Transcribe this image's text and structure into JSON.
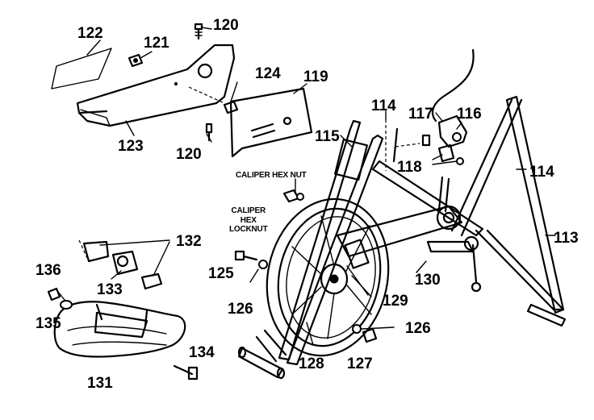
{
  "labels": {
    "p113": "113",
    "p114a": "114",
    "p114b": "114",
    "p115": "115",
    "p116": "116",
    "p117": "117",
    "p118": "118",
    "p119": "119",
    "p120a": "120",
    "p120b": "120",
    "p121": "121",
    "p122": "122",
    "p123": "123",
    "p124": "124",
    "p125": "125",
    "p126a": "126",
    "p126b": "126",
    "p127": "127",
    "p128": "128",
    "p129": "129",
    "p130": "130",
    "p131": "131",
    "p132": "132",
    "p133": "133",
    "p134": "134",
    "p135": "135",
    "p136": "136"
  },
  "notes": {
    "caliper_hex_nut": "CALIPER HEX NUT",
    "caliper_hex_locknut_1": "CALIPER",
    "caliper_hex_locknut_2": "HEX",
    "caliper_hex_locknut_3": "LOCKNUT"
  }
}
